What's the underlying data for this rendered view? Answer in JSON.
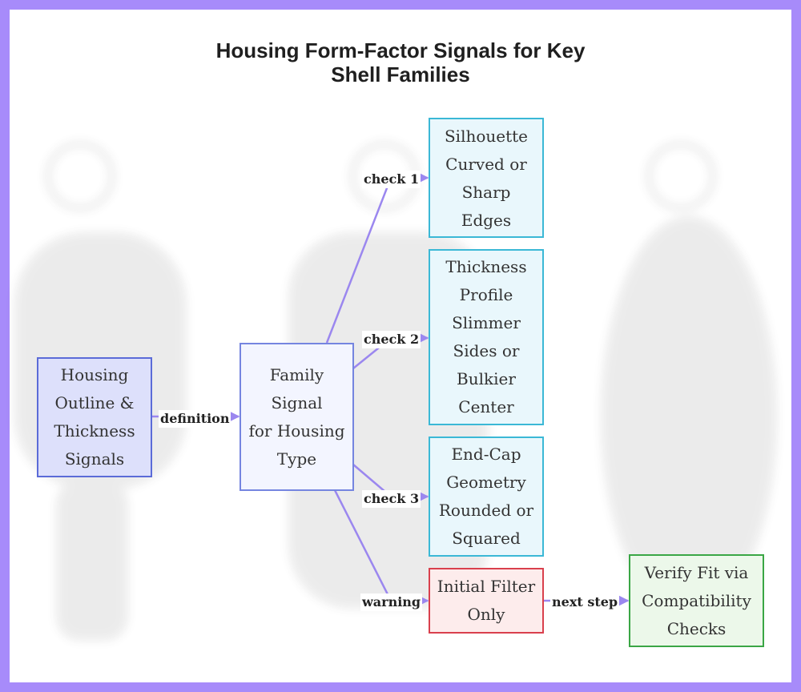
{
  "title": {
    "line1": "Housing Form-Factor Signals for Key",
    "line2": "Shell Families"
  },
  "colors": {
    "frame": "#a78bfa",
    "edge": "#9b87ef",
    "source_fill": "#dde0fb",
    "source_border": "#5b6bd8",
    "check_border": "#3bb8d6",
    "warning_border": "#d9404d",
    "next_border": "#3aa645"
  },
  "nodes": {
    "source": {
      "lines": [
        "Housing",
        "Outline &",
        "Thickness",
        "Signals"
      ]
    },
    "family": {
      "lines": [
        "Family",
        "Signal",
        "for Housing",
        "Type"
      ]
    },
    "silhouette": {
      "lines": [
        "Silhouette",
        "Curved or",
        "Sharp Edges"
      ]
    },
    "thickness": {
      "lines": [
        "Thickness",
        "Profile",
        "Slimmer",
        "Sides or",
        "Bulkier",
        "Center"
      ]
    },
    "endcap": {
      "lines": [
        "End-Cap",
        "Geometry",
        "Rounded or",
        "Squared"
      ]
    },
    "filter": {
      "lines": [
        "Initial Filter",
        "Only"
      ]
    },
    "verify": {
      "lines": [
        "Verify Fit via",
        "Compatibility",
        "Checks"
      ]
    }
  },
  "edges": {
    "definition": "definition",
    "check1": "check 1",
    "check2": "check 2",
    "check3": "check 3",
    "warning": "warning",
    "next_step": "next step"
  }
}
